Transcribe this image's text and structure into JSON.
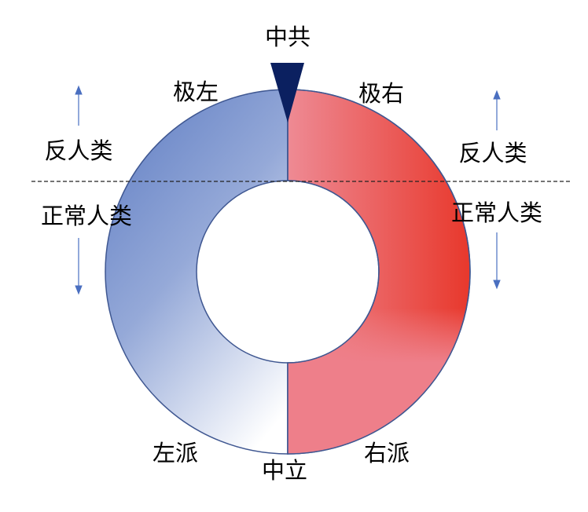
{
  "labels": {
    "top": "中共",
    "far_left": "极左",
    "far_right": "极右",
    "anti_human_left": "反人类",
    "anti_human_right": "反人类",
    "normal_human_left": "正常人类",
    "normal_human_right": "正常人类",
    "left": "左派",
    "neutral": "中立",
    "right": "右派"
  },
  "colors": {
    "left_dark": "#6683c6",
    "left_light": "#ffffff",
    "right_dark": "#e8382c",
    "right_light": "#ee7f8a",
    "pointer": "#0b2060",
    "outline": "#3f5791",
    "arrow": "#4a6fc0"
  }
}
